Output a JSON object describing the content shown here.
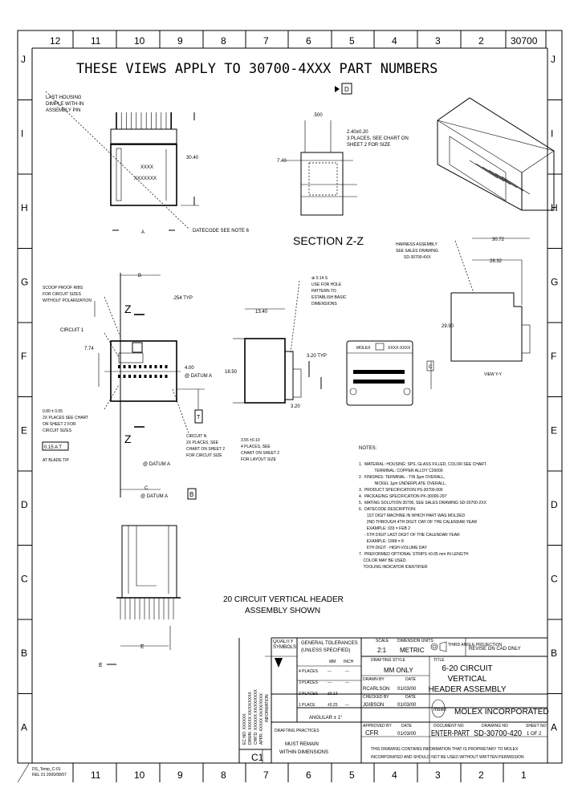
{
  "header": {
    "title": "THESE VIEWS APPLY TO 30700-4XXX PART NUMBERS",
    "sheet_id": "30700"
  },
  "columns_top": [
    "12",
    "11",
    "10",
    "9",
    "8",
    "7",
    "6",
    "5",
    "4",
    "3",
    "2"
  ],
  "columns_bottom": [
    "11",
    "10",
    "9",
    "8",
    "7",
    "6",
    "5",
    "4",
    "3",
    "2",
    "1"
  ],
  "rows": [
    "J",
    "I",
    "H",
    "G",
    "F",
    "E",
    "D",
    "C",
    "B",
    "A"
  ],
  "top_view": {
    "callout_lines": [
      "LAST HOUSING",
      "DIMPLE WITH-IN",
      "ASSEMBLY PIN"
    ],
    "dim_height": "30.40",
    "mark_line1": "XXXX",
    "mark_line2": "XXXXXXX",
    "datecode": "DATECODE SEE NOTE 6",
    "dim_a": "A",
    "datum_d": "D"
  },
  "section": {
    "title": "SECTION Z-Z",
    "dim_top": ".500",
    "dim_left": "7.40",
    "callout_lines": [
      "2.40±0.20",
      "3 PLACES, SEE CHART ON",
      "SHEET 2 FOR SIZE"
    ]
  },
  "front_view": {
    "dim_b": "B",
    "typ": ".254 TYP",
    "section_mark": "Z",
    "polar_lines": [
      "SCOOP PROOF RIBS",
      "FOR CIRCUIT SIZES",
      "WITHOUT POLARIZATION"
    ],
    "circuit_1": "CIRCUIT 1",
    "dim_left": "7.74",
    "dim_center": [
      "4.00",
      "@ DATUM A"
    ],
    "hole_lines": [
      "0.80 ± 0.05",
      "2X PLACES SEE CHART",
      "ON SHEET 2 FOR",
      "CIRCUIT SIZES"
    ],
    "tol_box": "0.15 A T",
    "at_blade": "AT BLADE TIP",
    "datum_a1": "@ DATUM A",
    "datum_c": "C",
    "datum_a2": "@ DATUM A",
    "datum_b": "B",
    "circuit_n_lines": [
      "CIRCUIT N",
      "2X PLACES, SEE",
      "CHART ON SHEET 2",
      "FOR CIRCUIT SIZE"
    ],
    "datum_box": "T"
  },
  "side_view": {
    "dim_top": "13.40",
    "dim_height": "18.50",
    "typ": "3.20 TYP",
    "dim_bottom": "3.20",
    "hole_lines": [
      "3.55 ±0.10",
      "4 PLACES, SEE",
      "CHART ON SHEET 2",
      "FOR LAYOUT SIZE"
    ],
    "pcb_lines": [
      "⊕ 0.14 S",
      "USE FOR HOLE",
      "PATTERN TO",
      "ESTABLISH BASIC",
      "DIMENSIONS"
    ]
  },
  "bottom_view": {
    "label_left": "MOLEX",
    "label_right": "XXXX-XXXX",
    "datum": "C"
  },
  "right_view": {
    "callout_lines": [
      "HARNESS ASSEMBLY",
      "SEE SALES DRAWING",
      "SD-30700-4XX"
    ],
    "dim_top": "30.72",
    "dim_second": "28.32",
    "dim_height": "29.90",
    "view_label": "VIEW Y-Y"
  },
  "lower_view": {
    "caption_line1": "20 CIRCUIT VERTICAL HEADER",
    "caption_line2": "ASSEMBLY SHOWN",
    "dim_e": "E",
    "e_mark": "E"
  },
  "notes": {
    "title": "NOTES:",
    "items": [
      "1.  MATERIAL: HOUSING: SPS, GLASS FILLED, COLOR SEE CHART.",
      "              TERMINAL: COPPER ALLOY C26000",
      "2.  FINISHES: TERMINAL - TIN 3µm OVERALL,",
      "              NICKEL 1µm UNDERPLATE OVERALL.",
      "3.  PRODUCT SPECIFICATION PS-30700-000",
      "4.  PACKAGING SPECIFICATION PK-30000-207",
      "5.  MATING SOLUTION 30700, SEE SALES DRAWING SD-30700-2XX",
      "6.  DATECODE DESCRIPTION:",
      "       1ST DIGIT MACHINE IN WHICH PART WAS MOLDED",
      "       2ND THROUGH 4TH DIGIT: DAY OF THE CALENDAR YEAR",
      "       EXAMPLE: 033 = FEB 2",
      "     - 5TH DIGIT LAST DIGIT OF THE CALENDAR YEAR",
      "       EXAMPLE: 1998 = 8",
      "       6TH DIGIT - HIGH-VOLUME DAY",
      "7.  PREFORMED OPTIONAL STRIPS ±0.05 mm IN LENGTH",
      "    COLOR MAY BE USED.",
      "    TOOLING INDICATOR IDENTIFIER"
    ]
  },
  "revision_block": {
    "lines": [
      "EC NO: XXXXXX",
      "DRWN: XXXXX  XX/XX/XXXX",
      "CHK'D: XXXXXX XX/XX/XXXX",
      "APPR: XXXXX  XX/XX/XXXX",
      "INFORMATION"
    ],
    "rev": "C1"
  },
  "title_block": {
    "quality_symbols": "QUALITY SYMBOLS",
    "general_tol": "GENERAL TOLERANCES",
    "unless": "(UNLESS SPECIFIED)",
    "col_mm": "MM",
    "col_inch": "INCH",
    "tol_rows": [
      {
        "label": "4 PLACES",
        "mm": "---",
        "inch": "---"
      },
      {
        "label": "3 PLACES",
        "mm": "---",
        "inch": "---"
      },
      {
        "label": "2 PLACES",
        "mm": "±0.13",
        "inch": "---"
      },
      {
        "label": "1 PLACE",
        "mm": "±0.25",
        "inch": "---"
      }
    ],
    "angular": "ANGULAR ± 1°",
    "drafting_note": "DRAFTING PRACTICES",
    "must_remain": "MUST REMAIN",
    "within_dims": "WITHIN DIMENSIONS",
    "scale_label": "SCALE",
    "scale": "2:1",
    "units_label": "DIMENSION UNITS",
    "units": "METRIC",
    "projection": "THIRD ANGLE PROJECTION",
    "review": "REVISE ON CAD ONLY",
    "drafting_label": "DRAFTING STYLE",
    "drafting": "MM ONLY",
    "title_label": "TITLE",
    "title_lines": [
      "6-20 CIRCUIT",
      "VERTICAL",
      "HEADER ASSEMBLY"
    ],
    "drawn_by_label": "DRAWN BY",
    "drawn_by": "RCARLSON",
    "drawn_date_label": "DATE",
    "drawn_date": "01/03/00",
    "checked_label": "CHECKED BY",
    "checked_by": "JGIBSON",
    "checked_date_label": "DATE",
    "checked_date": "01/03/00",
    "company": "MOLEX INCORPORATED",
    "logo": "molex",
    "approved_label": "APPROVED BY",
    "approved_by": "CFR",
    "approved_date_label": "DATE",
    "approved_date": "01/03/00",
    "doc_type_label": "DOCUMENT NO",
    "doc_type": "ENTER-PART",
    "drawing_no_label": "DRAWING NO",
    "drawing_no": "SD-30700-420",
    "sheet_label": "SHEET NO",
    "sheet": "1 OF 2",
    "proprietary1": "THIS DRAWING CONTAINS INFORMATION THAT IS PROPRIETARY TO MOLEX",
    "proprietary2": "INCORPORATED AND SHOULD NOT BE USED WITHOUT WRITTEN PERMISSION"
  },
  "footer": {
    "file_line1": "DS_Temp_C-01",
    "file_line2": "REL 01  2000/08/07"
  }
}
